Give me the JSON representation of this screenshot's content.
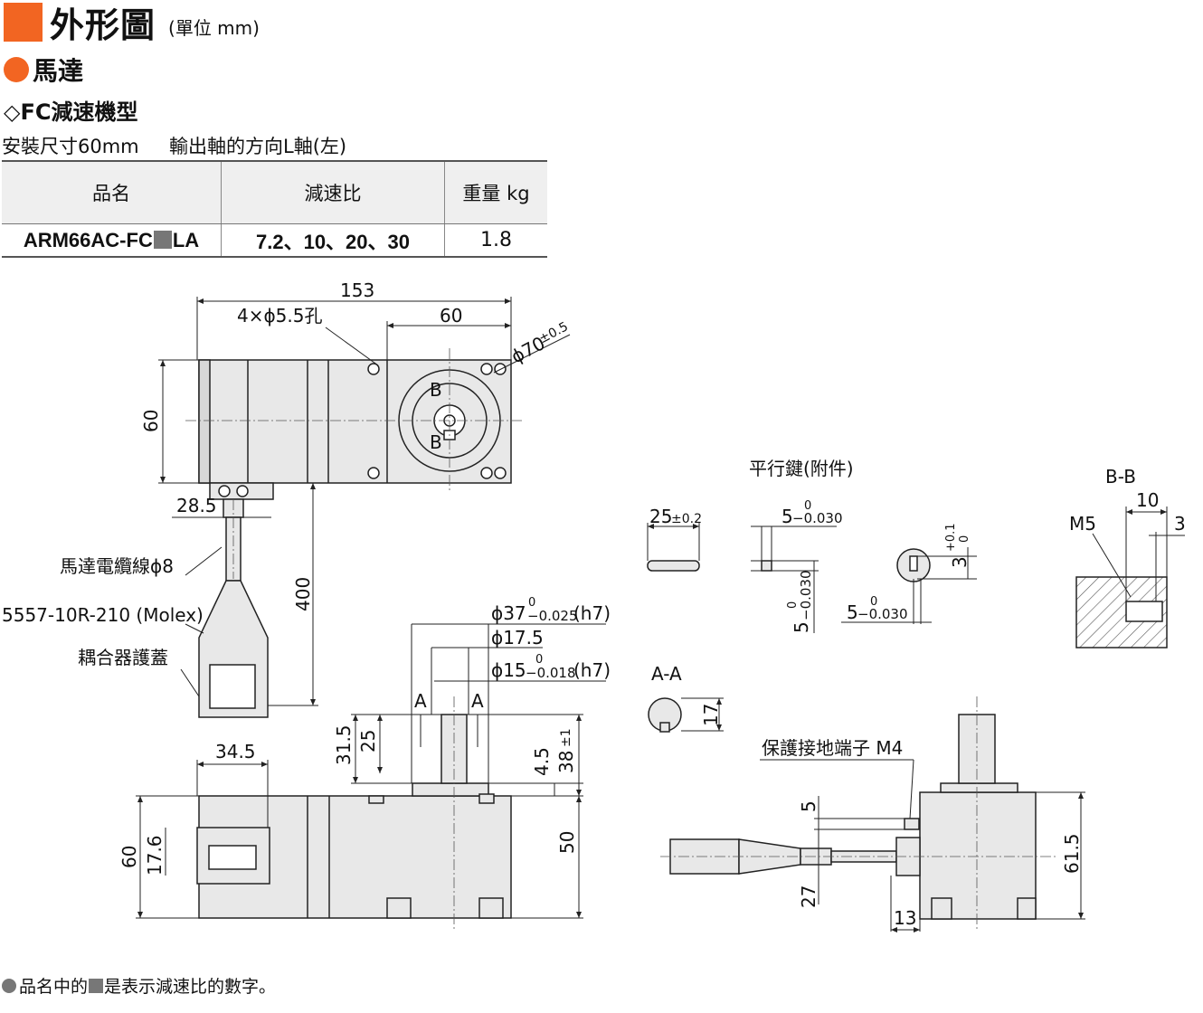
{
  "title": "外形圖",
  "unit": "(單位 mm)",
  "section": "馬達",
  "subsection": "◇FC減速機型",
  "spec": {
    "mount": "安裝尺寸60mm",
    "output": "輸出軸的方向L軸(左)"
  },
  "table": {
    "headers": [
      "品名",
      "減速比",
      "重量 kg"
    ],
    "model_prefix": "ARM66AC-FC",
    "model_suffix": "LA",
    "ratio": "7.2、10、20、30",
    "weight": "1.8"
  },
  "labels": {
    "d153": "153",
    "holes": "4×ϕ5.5孔",
    "d60top": "60",
    "phi70": "ϕ70",
    "phi70_tol": "±0.5",
    "d60left": "60",
    "b1": "B",
    "b2": "B",
    "d285": "28.5",
    "cable": "馬達電纜線ϕ8",
    "molex": "5557-10R-210 (Molex)",
    "cover": "耦合器護蓋",
    "d400": "400",
    "phi37": "ϕ37",
    "phi37_tol": "−0.025",
    "phi37_up": "0",
    "phi37_fit": "(h7)",
    "phi175": "ϕ17.5",
    "phi15": "ϕ15",
    "phi15_tol": "−0.018",
    "phi15_up": "0",
    "phi15_fit": "(h7)",
    "a1": "A",
    "a2": "A",
    "d315": "31.5",
    "d25": "25",
    "d45": "4.5",
    "d38": "38",
    "d38_tol": "±1",
    "d345": "34.5",
    "d60b": "60",
    "d176": "17.6",
    "d50": "50",
    "key_title": "平行鍵(附件)",
    "k25": "25",
    "k25_tol": "±0.2",
    "k5a": "5",
    "k5a_tol": "−0.030",
    "k5a_up": "0",
    "k5b": "5",
    "k5b_tol": "−0.030",
    "k5b_up": "0",
    "k3": "3",
    "k3_tol": "+0.1",
    "k3_low": "0",
    "k5c": "5",
    "k5c_tol": "−0.030",
    "k5c_up": "0",
    "aa": "A-A",
    "d17": "17",
    "bb": "B-B",
    "d10": "10",
    "m5": "M5",
    "d3": "3",
    "ground": "保護接地端子 M4",
    "d5": "5",
    "d27": "27",
    "d13": "13",
    "d615": "61.5"
  },
  "note": {
    "before": "品名中的",
    "after": "是表示減速比的數字。"
  },
  "colors": {
    "accent": "#f26522",
    "body": "#e8e8e8",
    "line": "#222222"
  }
}
